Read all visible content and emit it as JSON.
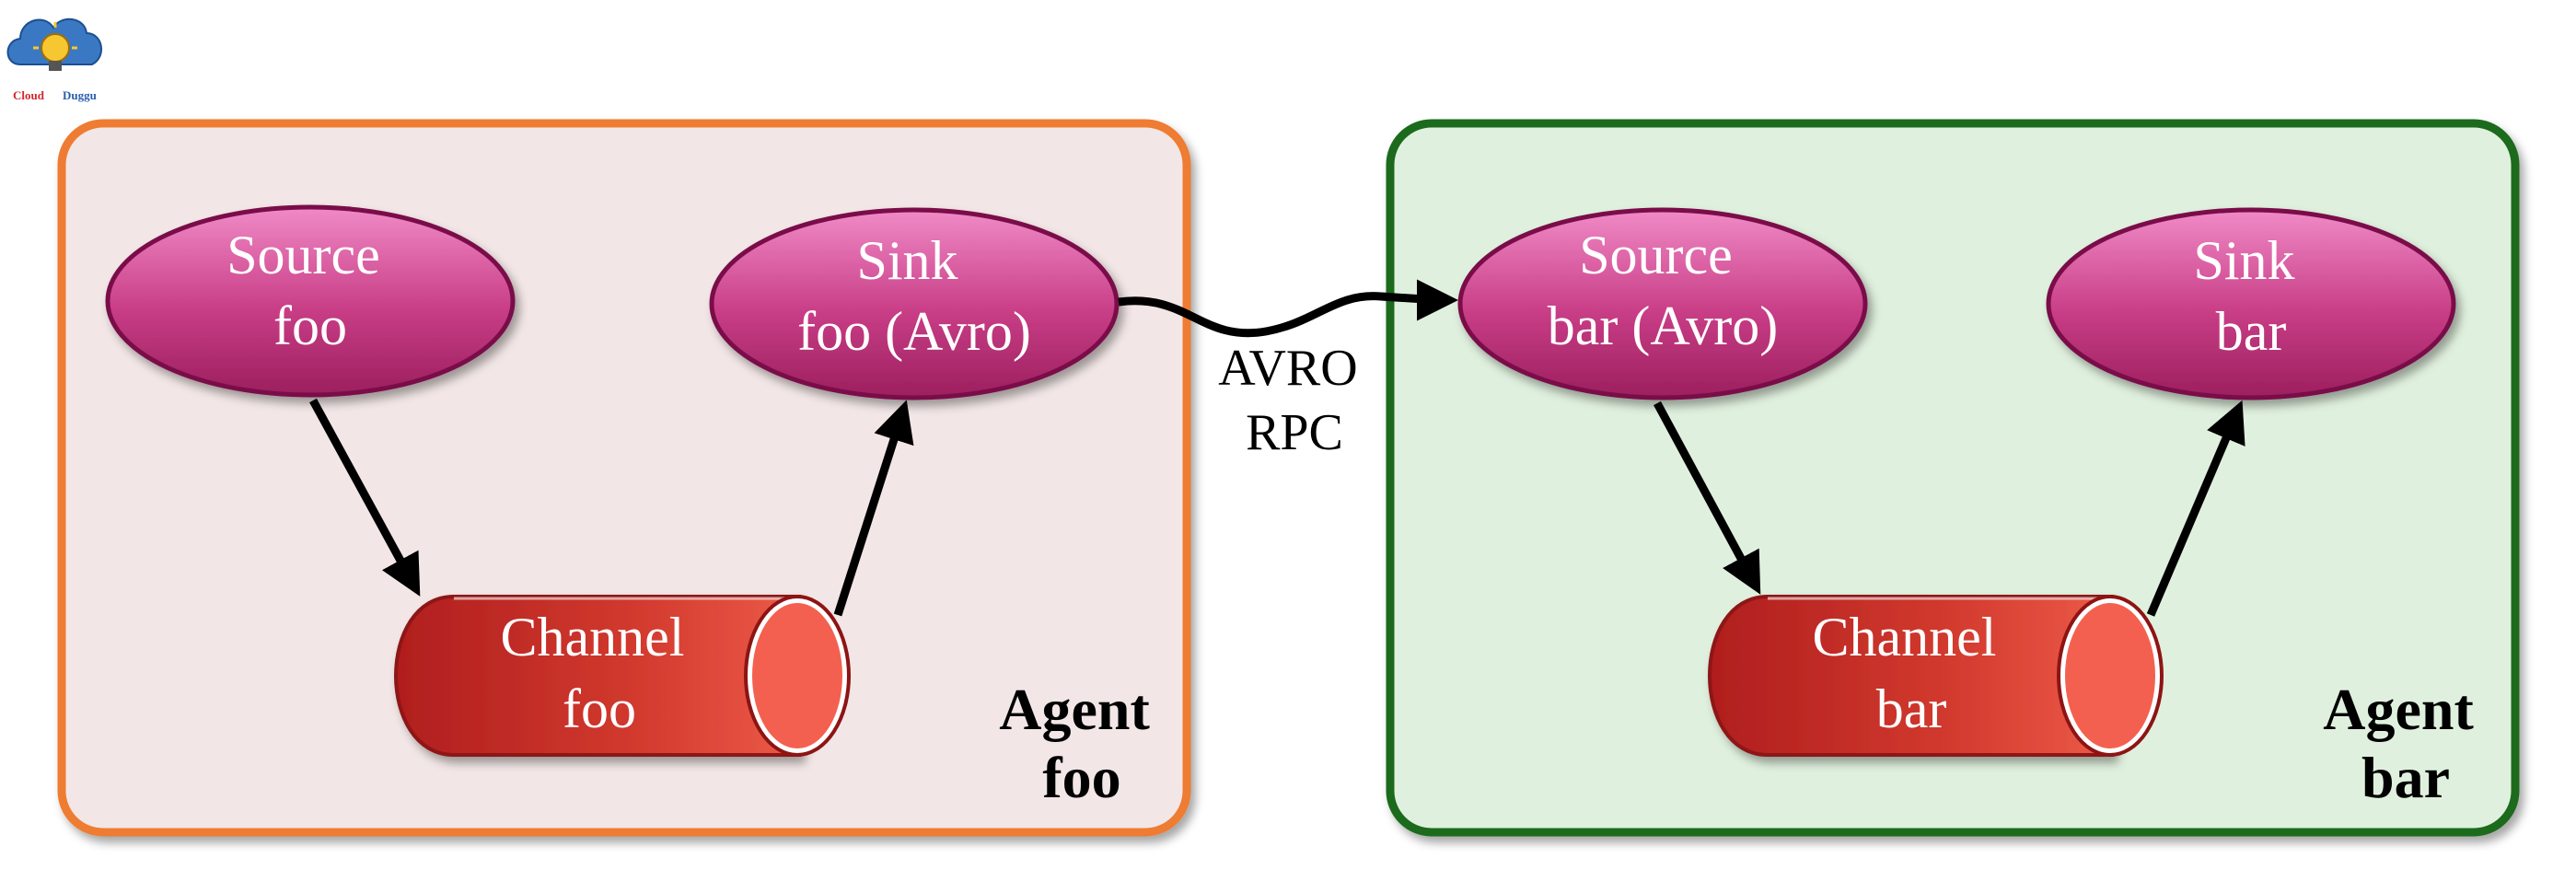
{
  "logo": {
    "text_left": "Cloud",
    "text_right": "Duggu"
  },
  "agents": [
    {
      "label_lines": [
        "Agent",
        "foo"
      ],
      "border_color": "#ee7b30",
      "fill_color": "#f2e6e6",
      "source": {
        "lines": [
          "Source",
          "foo"
        ]
      },
      "sink": {
        "lines": [
          "Sink",
          "foo (Avro)"
        ]
      },
      "channel": {
        "lines": [
          "Channel",
          "foo"
        ]
      }
    },
    {
      "label_lines": [
        "Agent",
        "bar"
      ],
      "border_color": "#1c6b1c",
      "fill_color": "#e0f0de",
      "source": {
        "lines": [
          "Source",
          "bar (Avro)"
        ]
      },
      "sink": {
        "lines": [
          "Sink",
          "bar"
        ]
      },
      "channel": {
        "lines": [
          "Channel",
          "bar"
        ]
      }
    }
  ],
  "link": {
    "label_lines": [
      "AVRO",
      "RPC"
    ]
  },
  "colors": {
    "ellipse_top": "#f08ac6",
    "ellipse_bottom": "#9c1f5e",
    "ellipse_stroke": "#7a1048",
    "cylinder_dark": "#b01e1e",
    "cylinder_light": "#ec5a48",
    "cylinder_cap": "#f4604f",
    "arrow": "#000000"
  }
}
